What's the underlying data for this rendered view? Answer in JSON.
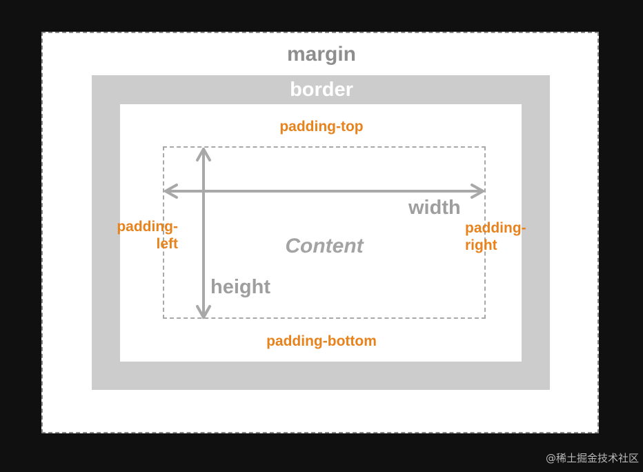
{
  "labels": {
    "margin": "margin",
    "border": "border",
    "padding_top": "padding-top",
    "padding_bottom": "padding-bottom",
    "padding_left": "padding-\nleft",
    "padding_right": "padding-\nright",
    "width": "width",
    "height": "height",
    "content": "Content"
  },
  "watermark": "@稀土掘金技术社区",
  "colors": {
    "background": "#101010",
    "margin_area": "#ffffff",
    "border_area": "#cccccc",
    "padding_area": "#ffffff",
    "padding_text": "#e8821c",
    "gray_text": "#9e9e9e",
    "arrow": "#a8a8a8"
  }
}
